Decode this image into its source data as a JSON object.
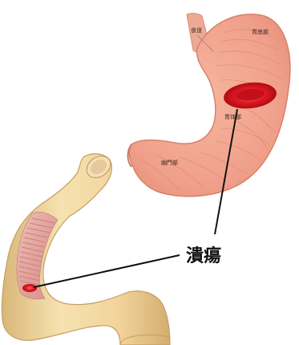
{
  "figure": {
    "labels": {
      "esophagus": "食道",
      "fundus": "胃底部",
      "body": "胃体部",
      "pylorus": "幽門部",
      "ulcer": "潰瘍"
    },
    "colors": {
      "stomach_fill": "#f2a48c",
      "stomach_edge": "#e08a74",
      "intestine_outer": "#f2d8a0",
      "intestine_inner": "#e4a7a0",
      "ulcer": "#d1121c",
      "leader_line": "#111111"
    }
  }
}
